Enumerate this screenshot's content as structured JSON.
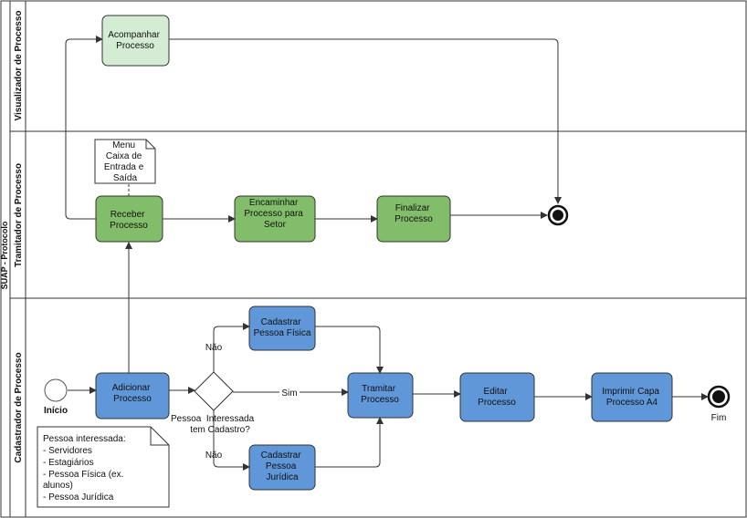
{
  "pool": {
    "label": "SUAP - Protocolo"
  },
  "lanes": {
    "visualizador": "Visualizador de Processo",
    "tramitador": "Tramitador de Processo",
    "cadastrador": "Cadastrador de Processo"
  },
  "tasks": {
    "acompanhar": [
      "Acompanhar",
      "Processo"
    ],
    "receber": [
      "Receber",
      "Processo"
    ],
    "encaminhar": [
      "Encaminhar",
      "Processo para",
      "Setor"
    ],
    "finalizar": [
      "Finalizar",
      "Processo"
    ],
    "adicionar": [
      "Adicionar",
      "Processo"
    ],
    "cad_fisica": [
      "Cadastrar",
      "Pessoa Física"
    ],
    "cad_juridica": [
      "Cadastrar",
      "Pessoa",
      "Jurídica"
    ],
    "tramitar": [
      "Tramitar",
      "Processo"
    ],
    "editar": [
      "Editar",
      "Processo"
    ],
    "imprimir": [
      "Imprimir Capa",
      "Processo A4"
    ]
  },
  "gateway": {
    "label": [
      "Pessoa  Interessada",
      "tem Cadastro?"
    ]
  },
  "flows": {
    "nao_top": "Não",
    "sim": "Sim",
    "nao_bottom": "Não"
  },
  "events": {
    "start": "Início",
    "end": "Fim"
  },
  "annotations": {
    "menu": [
      "Menu",
      "Caixa de",
      "Entrada e",
      "Saída"
    ],
    "pessoa": [
      "Pessoa interessada:",
      "- Servidores",
      "- Estagiários",
      "- Pessoa Física (ex.",
      "alunos)",
      "- Pessoa Jurídica"
    ]
  },
  "colors": {
    "green_light": "#d5ecd4",
    "green": "#82bd6a",
    "blue": "#5f97d8",
    "stroke": "#333333"
  }
}
